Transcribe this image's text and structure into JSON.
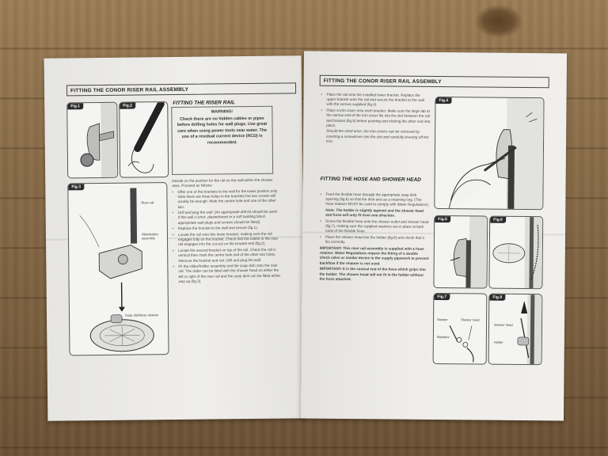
{
  "left_page": {
    "header": "FITTING THE CONOR RISER RAIL ASSEMBLY",
    "section_title": "FITTING THE RISER RAIL",
    "warning_title": "WARNING!",
    "warning_text": "Check there are no hidden cables or pipes before drilling holes for wall plugs. Use great care when using power tools near water. The use of a residual current device (RCD) is recommended.",
    "fig1": "Fig.1",
    "fig2": "Fig.2",
    "fig3": "Fig.3",
    "fig3_labels": [
      "Riser rail",
      "Slide/holder assembly",
      "Soap dish/hose retainer"
    ],
    "intro": "Decide on the position for the rail on the wall within the shower area. Proceed as follows:",
    "steps": [
      "Offer one of the brackets to the wall for the lower position only. Note there are three holes in the brackets but two screws will usually be enough. Mark the centre hole and one of the other two.",
      "Drill and plug the wall. (An appropriate drill bit should be used. If the wall is brick, plasterboard or a soft building block, appropriate wall plugs and screws should be fitted).",
      "Replace the bracket to the wall and secure (fig.1).",
      "Locate the rail onto this lower bracket, making sure the rail engages fully on the bracket. Check that the indent in the riser rail engages into the cut-out on the bracket end (fig.2).",
      "Locate the second bracket on top of the rail. Check the rail is vertical then mark the centre hole and of the other two holes. Remove the bracket and rail. Drill and plug the wall.",
      "Fit the slider/holder assembly and the soap dish onto the riser rail. The slider can be fitted with the shower head on either the left or right of the riser rail and the soap dish can be fitted either way up (fig.3)."
    ]
  },
  "right_page": {
    "header": "FITTING THE CONOR RISER RAIL ASSEMBLY",
    "steps_top": [
      "Place the rail onto the installed lower bracket. Replace the upper bracket onto the rail and secure the bracket to the wall with the screws supplied (fig.4).",
      "Place a trim cover onto each bracket. Make sure the large tab at the narrow end of the trim cover fits into the slot between the rail and bracket (fig.5) before pushing and clicking the other end into place."
    ],
    "note_trim": "Should the need arise, the trim covers can be removed by inserting a screwdriver into the slot and carefully levering off the trim.",
    "section_title": "FITTING THE HOSE AND SHOWER HEAD",
    "hose_steps": [
      "Feed the flexible hose through the appropriate soap dish opening (fig.6) so that the dish acts as a retaining ring. (The hose retainer MUST be used to comply with Water Regulations).",
      "Screw the flexible hose onto the shower outlet and shower head (fig.7), making sure the supplied washers are in place at both ends of the flexible hose.",
      "Place the shower head into the holder (fig.8) and check that it fits correctly."
    ],
    "note_holder": "Note: The holder is slightly tapered and the shower head and hose will only fit from one direction.",
    "important1": "IMPORTANT: This riser rail assembly is supplied with a hose retainer. Water Regulations require the fitting of a double check valve or similar device in the supply pipework to prevent backflow if the retainer is not used.",
    "important2": "IMPORTANT: It is the conical end of the hose which grips into the holder. The shower head will not fit in the holder without the hose attached.",
    "fig4": "Fig.4",
    "fig5": "Fig.5",
    "fig6": "Fig.6",
    "fig7": "Fig.7",
    "fig8": "Fig.8",
    "fig7_labels": [
      "Shower",
      "Shower head",
      "Washers"
    ],
    "fig8_labels": [
      "Shower head",
      "Holder"
    ]
  }
}
